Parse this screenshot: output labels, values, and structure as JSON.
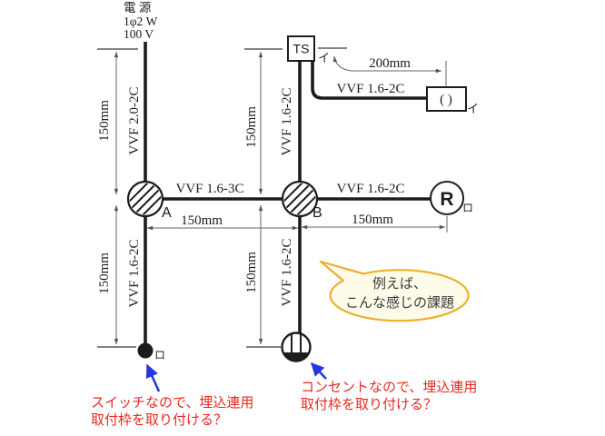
{
  "source": {
    "title": "電 源",
    "phase": "1φ2 W",
    "voltage": "100 V"
  },
  "cables": {
    "vvf20": "VVF 2.0-2C",
    "vvf16": "VVF 1.6-2C",
    "vvf163": "VVF 1.6-3C"
  },
  "dims": {
    "d150": "150mm",
    "d200": "200mm"
  },
  "devices": {
    "timer_switch": "TS",
    "junction_a": "A",
    "junction_b": "B",
    "lamp_receptacle": "R",
    "ceiling_rosette": "( )",
    "circuit_i": "イ",
    "circuit_ro": "ロ"
  },
  "bubble": {
    "line1": "例えば、",
    "line2": "こんな感じの課題"
  },
  "notes": {
    "switch_note": {
      "line1": "スイッチなので、埋込連用",
      "line2": "取付枠を取り付ける？"
    },
    "outlet_note": {
      "line1": "コンセントなので、埋込連用",
      "line2": "取付枠を取り付ける？"
    }
  },
  "colors": {
    "wire": "#1c1c1c",
    "dimension_line": "#666666",
    "note_red": "#e8281e",
    "arrow_blue": "#2438dd",
    "bubble_border": "#f0ae2e",
    "bubble_fill": "#fffbe9"
  }
}
